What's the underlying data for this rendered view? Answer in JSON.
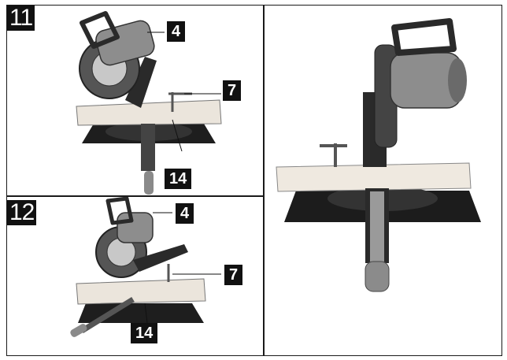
{
  "figures": [
    {
      "number": "11",
      "callouts": [
        "4",
        "7",
        "14"
      ]
    },
    {
      "number": "12",
      "callouts": [
        "4",
        "7",
        "14"
      ]
    },
    {
      "number": "",
      "callouts": []
    }
  ],
  "icons": [
    "miter-saw-illustration"
  ]
}
